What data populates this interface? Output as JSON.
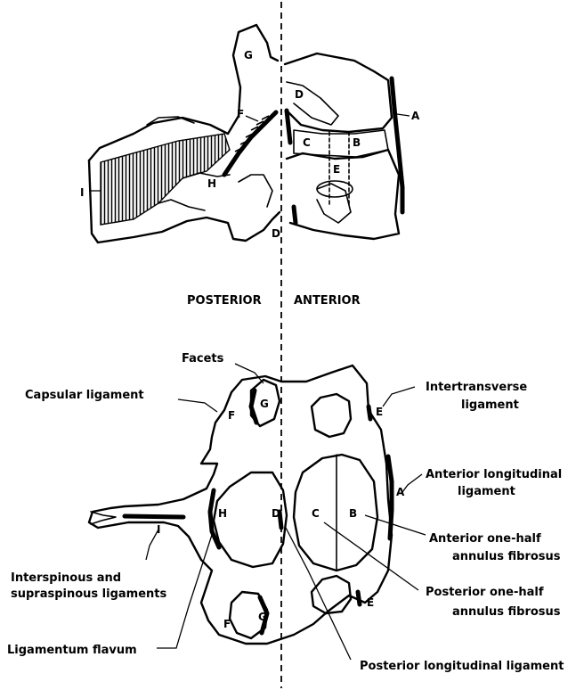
{
  "side_view": {
    "letters": {
      "A": "A",
      "B": "B",
      "C": "C",
      "D_top": "D",
      "D_bottom": "D",
      "E": "E",
      "F": "F",
      "G": "G",
      "H": "H",
      "I": "I"
    }
  },
  "orientation": {
    "posterior": "POSTERIOR",
    "anterior": "ANTERIOR"
  },
  "axial_view": {
    "labels": {
      "facets": "Facets",
      "capsular_ligament": "Capsular ligament",
      "intertransverse_1": "Intertransverse",
      "intertransverse_2": "ligament",
      "anterior_longitudinal_1": "Anterior longitudinal",
      "anterior_longitudinal_2": "ligament",
      "anterior_annulus_1": "Anterior one-half",
      "anterior_annulus_2": "annulus fibrosus",
      "posterior_annulus_1": "Posterior one-half",
      "posterior_annulus_2": "annulus fibrosus",
      "interspinous_1": "Interspinous and",
      "interspinous_2": "supraspinous ligaments",
      "ligamentum_flavum": "Ligamentum flavum",
      "posterior_longitudinal": "Posterior longitudinal ligament"
    },
    "letters": {
      "E_top": "E",
      "E_bottom": "E",
      "F_top": "F",
      "F_bottom": "F",
      "G_top": "G",
      "G_bottom": "G",
      "A": "A",
      "B": "B",
      "C": "C",
      "D": "D",
      "H": "H",
      "I": "I"
    }
  }
}
